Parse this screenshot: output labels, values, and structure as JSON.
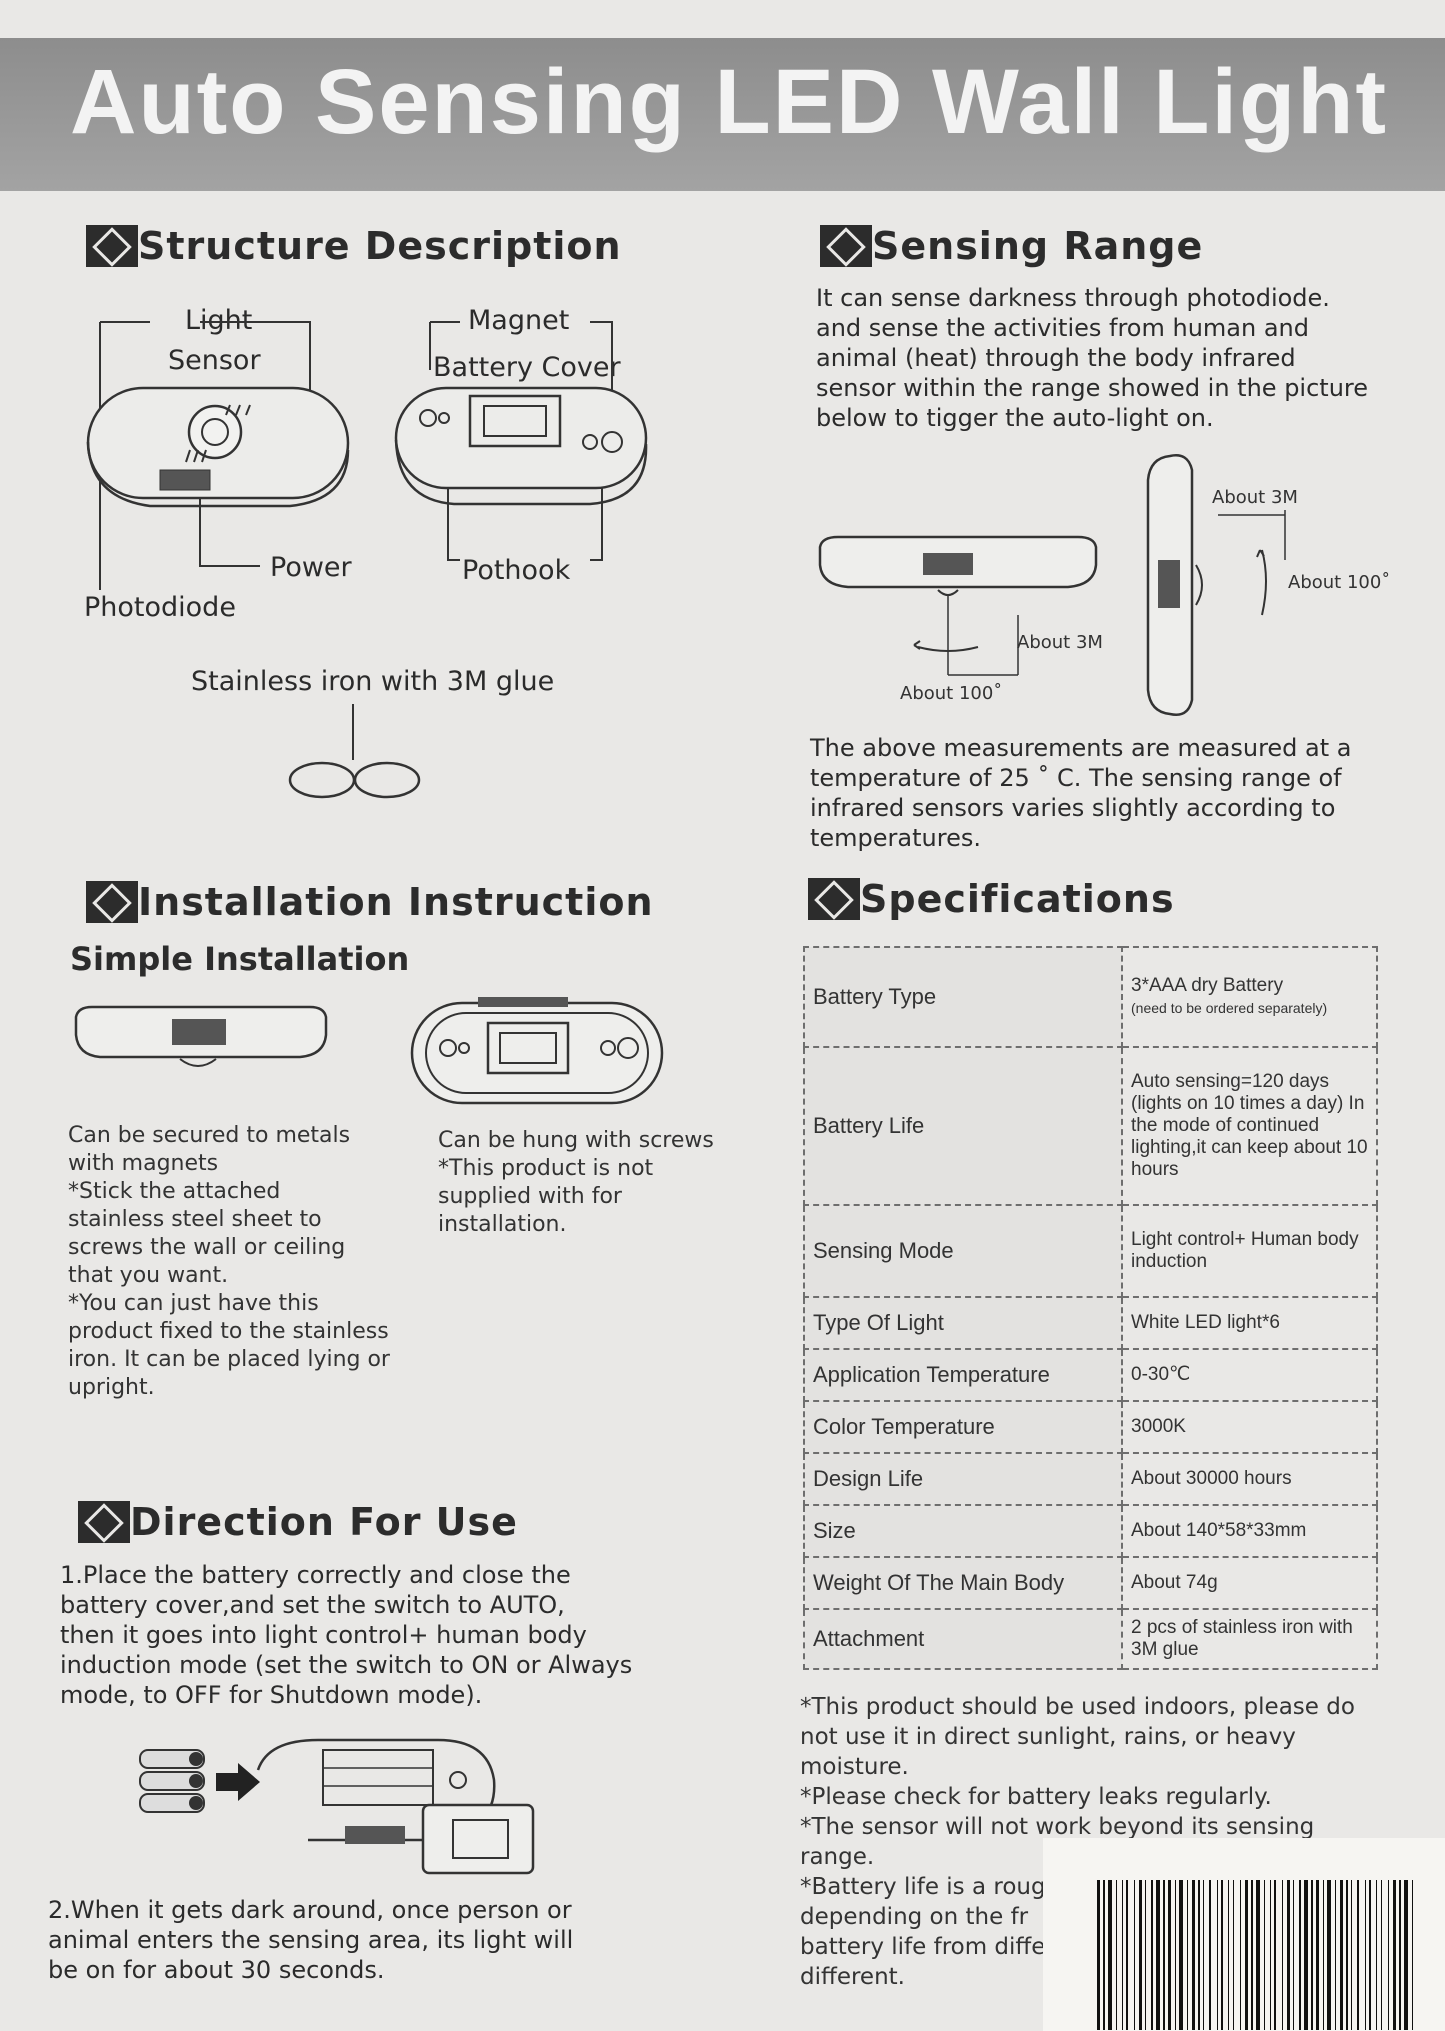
{
  "title": "Auto Sensing LED Wall Light",
  "structure": {
    "heading": "Structure Description",
    "labels": {
      "light_sensor_1": "Light",
      "light_sensor_2": "Sensor",
      "magnet": "Magnet",
      "battery_cover": "Battery Cover",
      "power": "Power",
      "pothook": "Pothook",
      "photodiode": "Photodiode",
      "stainless": "Stainless iron with 3M glue"
    }
  },
  "sensing": {
    "heading": "Sensing Range",
    "lines": [
      "It can sense darkness through photodiode.",
      "and sense the activities from human and",
      "animal (heat) through the body infrared",
      "sensor within the range showed in the picture",
      "below to tigger  the auto-light on."
    ],
    "dims": {
      "about_3m": "About 3M",
      "about_100": "About 100˚"
    },
    "note_lines": [
      "The above measurements are measured at a",
      "temperature of 25 ˚ C. The sensing range of",
      "infrared sensors varies slightly according to",
      "temperatures."
    ]
  },
  "installation": {
    "heading": "Installation Instruction",
    "subheading": "Simple Installation",
    "left_lines": [
      "Can be secured to metals",
      "with magnets",
      "*Stick the attached",
      " stainless steel sheet to",
      " screws the wall or ceiling",
      " that you want.",
      "*You can just have this",
      " product fixed to the stainless",
      " iron. It can be placed lying or",
      " upright."
    ],
    "right_lines": [
      "Can be hung with screws",
      "*This product is not",
      " supplied with for",
      " installation."
    ]
  },
  "specifications": {
    "heading": "Specifications",
    "rows": [
      {
        "key": "Battery Type",
        "value": "3*AAA dry Battery",
        "note": "(need to be ordered separately)"
      },
      {
        "key": "Battery Life",
        "value": "Auto sensing=120 days (lights on 10 times a day) In the mode of continued lighting,it can keep about 10 hours",
        "note": ""
      },
      {
        "key": "Sensing Mode",
        "value": "Light control+ Human body induction",
        "note": ""
      },
      {
        "key": "Type Of Light",
        "value": "White LED light*6",
        "note": ""
      },
      {
        "key": "Application Temperature",
        "value": "0-30℃",
        "note": ""
      },
      {
        "key": "Color Temperature",
        "value": "3000K",
        "note": ""
      },
      {
        "key": "Design Life",
        "value": "About 30000 hours",
        "note": ""
      },
      {
        "key": "Size",
        "value": "About 140*58*33mm",
        "note": ""
      },
      {
        "key": "Weight Of The Main Body",
        "value": "About 74g",
        "note": ""
      },
      {
        "key": "Attachment",
        "value": "2 pcs of stainless iron with 3M glue",
        "note": ""
      }
    ],
    "notes": [
      "*This product should be used indoors, please do",
      "  not use it in direct sunlight, rains, or heavy",
      "  moisture.",
      "*Please check for battery leaks regularly.",
      "*The sensor will not work beyond its sensing",
      "  range.",
      "*Battery life is a rougl",
      "  depending on the fr",
      "  battery life from diffe",
      "  different."
    ]
  },
  "direction": {
    "heading": "Direction For Use",
    "step1_lines": [
      "1.Place the battery correctly and close the",
      "   battery cover,and set the switch to AUTO,",
      "   then it goes into  light control+ human body",
      "   induction mode (set the switch to ON or Always",
      "   mode, to OFF for Shutdown mode)."
    ],
    "step2_lines": [
      "2.When it gets dark around, once person or",
      "   animal enters the sensing area, its light will",
      "   be on for about 30 seconds."
    ]
  }
}
